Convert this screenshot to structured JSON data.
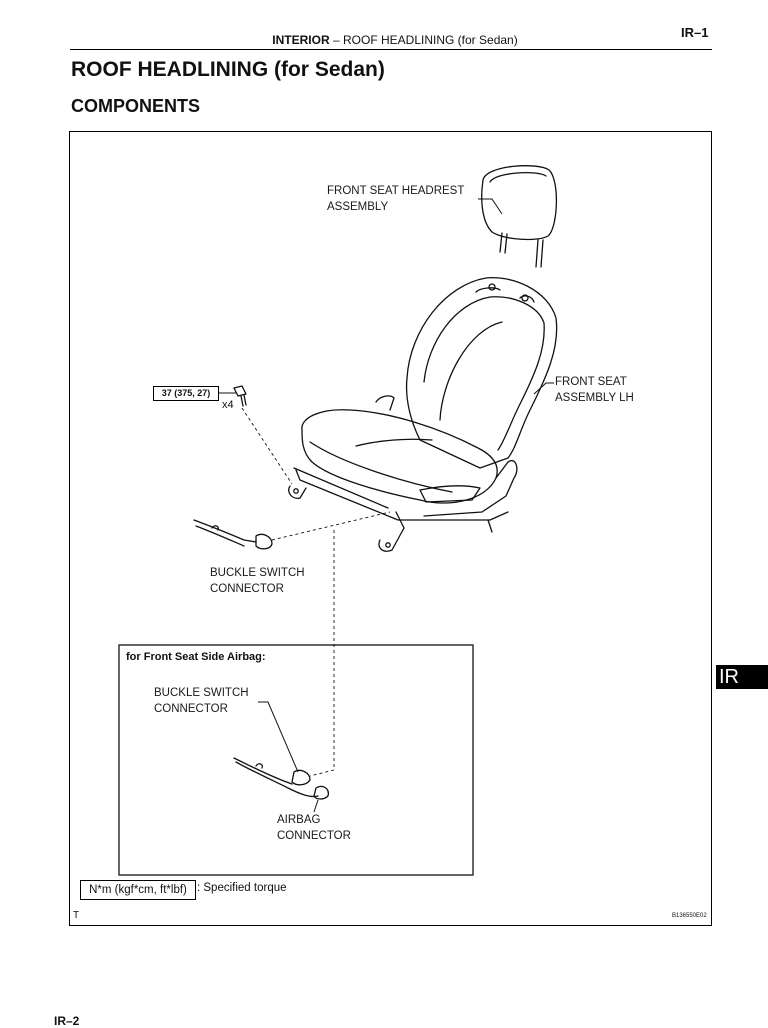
{
  "header": {
    "section": "INTERIOR",
    "separator": "–",
    "topic": "ROOF HEADLINING (for Sedan)",
    "page_code": "IR–1"
  },
  "title": "ROOF HEADLINING (for Sedan)",
  "subtitle": "COMPONENTS",
  "figure": {
    "labels": {
      "headrest": "FRONT SEAT HEADREST\nASSEMBLY",
      "seat": "FRONT SEAT\nASSEMBLY LH",
      "buckle": "BUCKLE SWITCH\nCONNECTOR"
    },
    "torque": {
      "value": "37 (375, 27)",
      "quantity": "x4"
    },
    "inset": {
      "title": "for Front Seat Side Airbag:",
      "buckle": "BUCKLE SWITCH\nCONNECTOR",
      "airbag": "AIRBAG\nCONNECTOR"
    },
    "legend": {
      "box": "N*m (kgf*cm, ft*lbf)",
      "text": ": Specified torque"
    },
    "corner_letter": "T",
    "figure_code": "B136550E02"
  },
  "section_tab": "IR",
  "footer_code": "IR–2"
}
